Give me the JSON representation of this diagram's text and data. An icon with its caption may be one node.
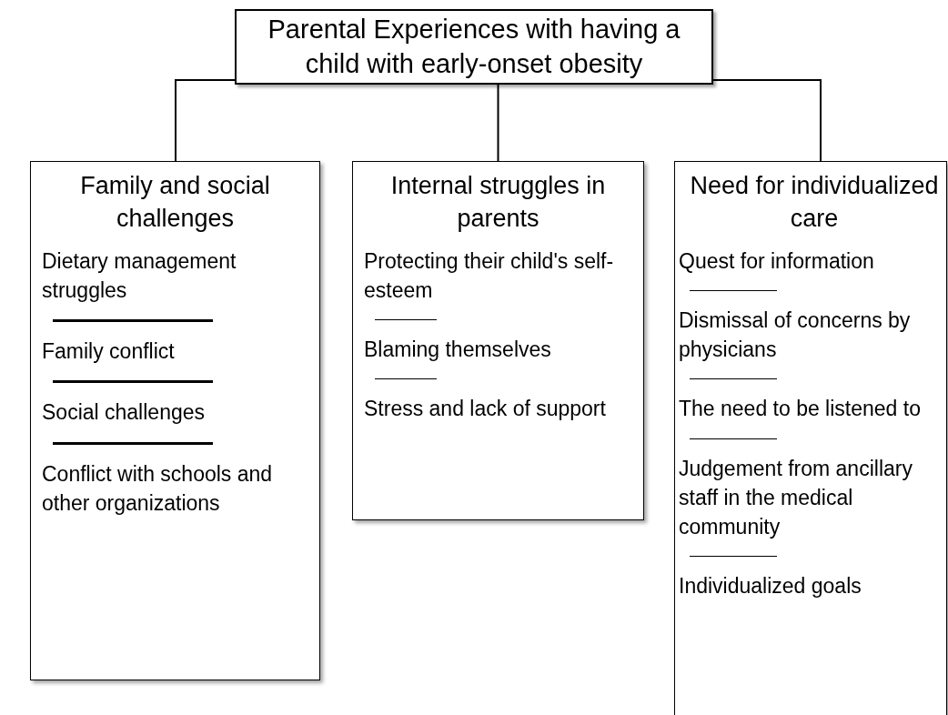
{
  "diagram": {
    "nodes": [
      {
        "text": [
          "Parental Experiences with having a child with early-onset obesity"
        ]
      },
      {
        "text": [
          "Family and social challenges",
          "Dietary management struggles",
          "Family conflict",
          "Social challenges",
          "Conflict with schools and other organizations"
        ]
      },
      {
        "text": [
          "Internal struggles in parents",
          "Protecting their child's self-esteem",
          "Blaming themselves",
          "Stress and lack of support"
        ]
      },
      {
        "text": [
          "Need for individualized care",
          "Quest for information",
          "Dismissal of concerns by physicians",
          "The need to be listened to",
          "Judgement from ancillary staff in the medical community",
          "Individualized goals"
        ]
      }
    ],
    "edges": [
      {
        "from": 0,
        "to": 1,
        "arrow": "none"
      },
      {
        "from": 0,
        "to": 2,
        "arrow": "none"
      },
      {
        "from": 0,
        "to": 3,
        "arrow": "none"
      }
    ]
  }
}
